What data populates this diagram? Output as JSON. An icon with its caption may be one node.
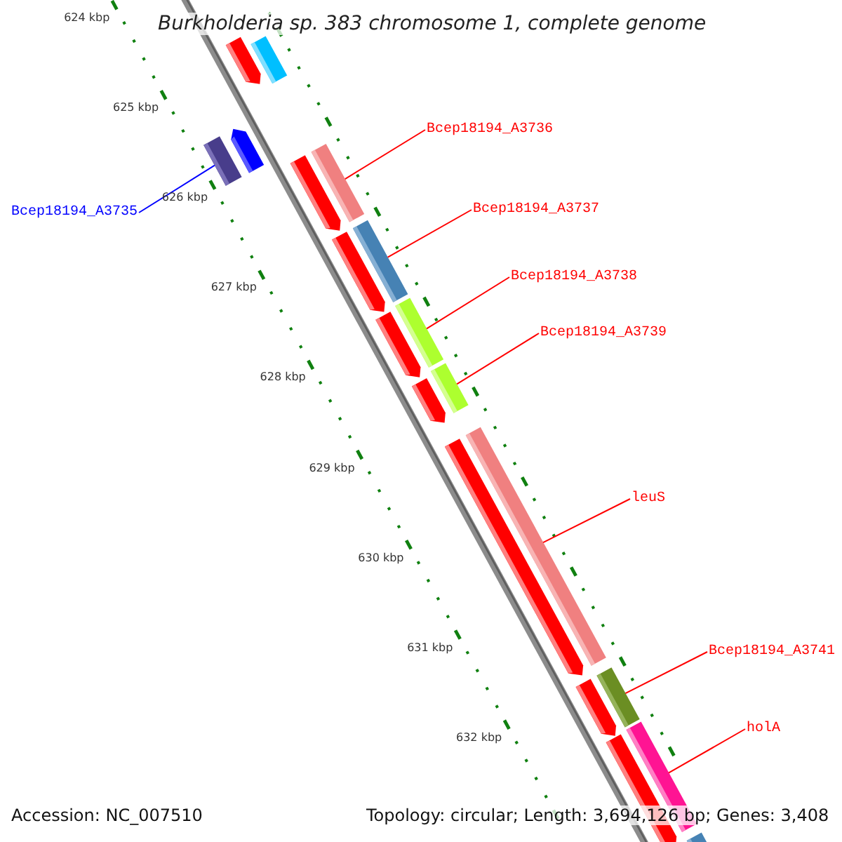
{
  "diagram": {
    "title": "Burkholderia sp. 383 chromosome 1, complete genome",
    "nodes": [
      {
        "text": [],
        "shape": "bar"
      },
      {
        "text": [],
        "shape": "bar"
      },
      {
        "text": [],
        "shape": "bar"
      },
      {
        "text": [],
        "shape": "bar"
      },
      {
        "text": [
          "Bcep18194_A3735"
        ]
      },
      {
        "text": [
          "Bcep18194_A3736"
        ]
      },
      {
        "text": [],
        "shape": "bar"
      },
      {
        "text": [],
        "shape": "bar"
      },
      {
        "text": [
          "Bcep18194_A3737"
        ]
      },
      {
        "text": [],
        "shape": "bar"
      },
      {
        "text": [],
        "shape": "bar"
      },
      {
        "text": [
          "Bcep18194_A3738"
        ]
      },
      {
        "text": [],
        "shape": "bar"
      },
      {
        "text": [],
        "shape": "bar"
      },
      {
        "text": [
          "Bcep18194_A3739"
        ]
      },
      {
        "text": [],
        "shape": "bar"
      },
      {
        "text": [],
        "shape": "bar"
      },
      {
        "text": [
          "leuS"
        ]
      },
      {
        "text": [],
        "shape": "bar"
      },
      {
        "text": [],
        "shape": "bar"
      },
      {
        "text": [
          "Bcep18194_A3741"
        ]
      },
      {
        "text": [],
        "shape": "bar"
      },
      {
        "text": [],
        "shape": "bar"
      },
      {
        "text": [
          "holA"
        ]
      },
      {
        "text": [],
        "shape": "bar"
      },
      {
        "text": [],
        "shape": "bar"
      },
      {
        "text": [],
        "shape": "bar"
      }
    ],
    "edges": [
      {
        "from": 4,
        "to": 2,
        "arrow": "none",
        "color": "#0000ff"
      },
      {
        "from": 5,
        "to": 6,
        "arrow": "none"
      },
      {
        "from": 8,
        "to": 9,
        "arrow": "none"
      },
      {
        "from": 11,
        "to": 12,
        "arrow": "none"
      },
      {
        "from": 14,
        "to": 15,
        "arrow": "none"
      },
      {
        "from": 17,
        "to": 18,
        "arrow": "none"
      },
      {
        "from": 20,
        "to": 21,
        "arrow": "none"
      },
      {
        "from": 23,
        "to": 24,
        "arrow": "none"
      }
    ],
    "labels": [
      "624 kbp",
      "625 kbp",
      "626 kbp",
      "627 kbp",
      "628 kbp",
      "629 kbp",
      "630 kbp",
      "631 kbp",
      "632 kbp",
      "Accession: NC_007510",
      "Topology: circular; Length: 3,694,126 bp; Genes: 3,408"
    ]
  }
}
